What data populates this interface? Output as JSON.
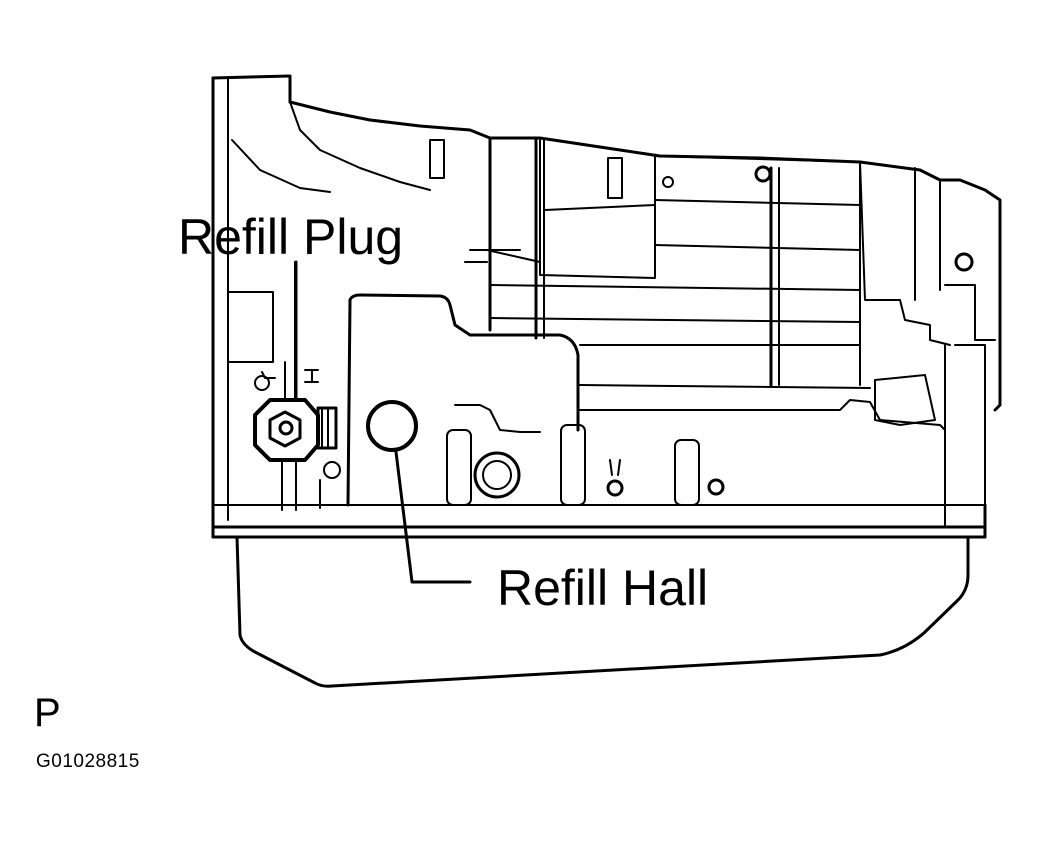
{
  "figure": {
    "labels": {
      "refill_plug": "Refill Plug",
      "refill_hall": "Refill Hall"
    },
    "view_letter": "P",
    "figure_id": "G01028815"
  },
  "colors": {
    "line": "#000000",
    "background": "#ffffff"
  },
  "icons": {
    "plug": "hex-bolt-icon",
    "hole": "circle-opening-icon"
  }
}
